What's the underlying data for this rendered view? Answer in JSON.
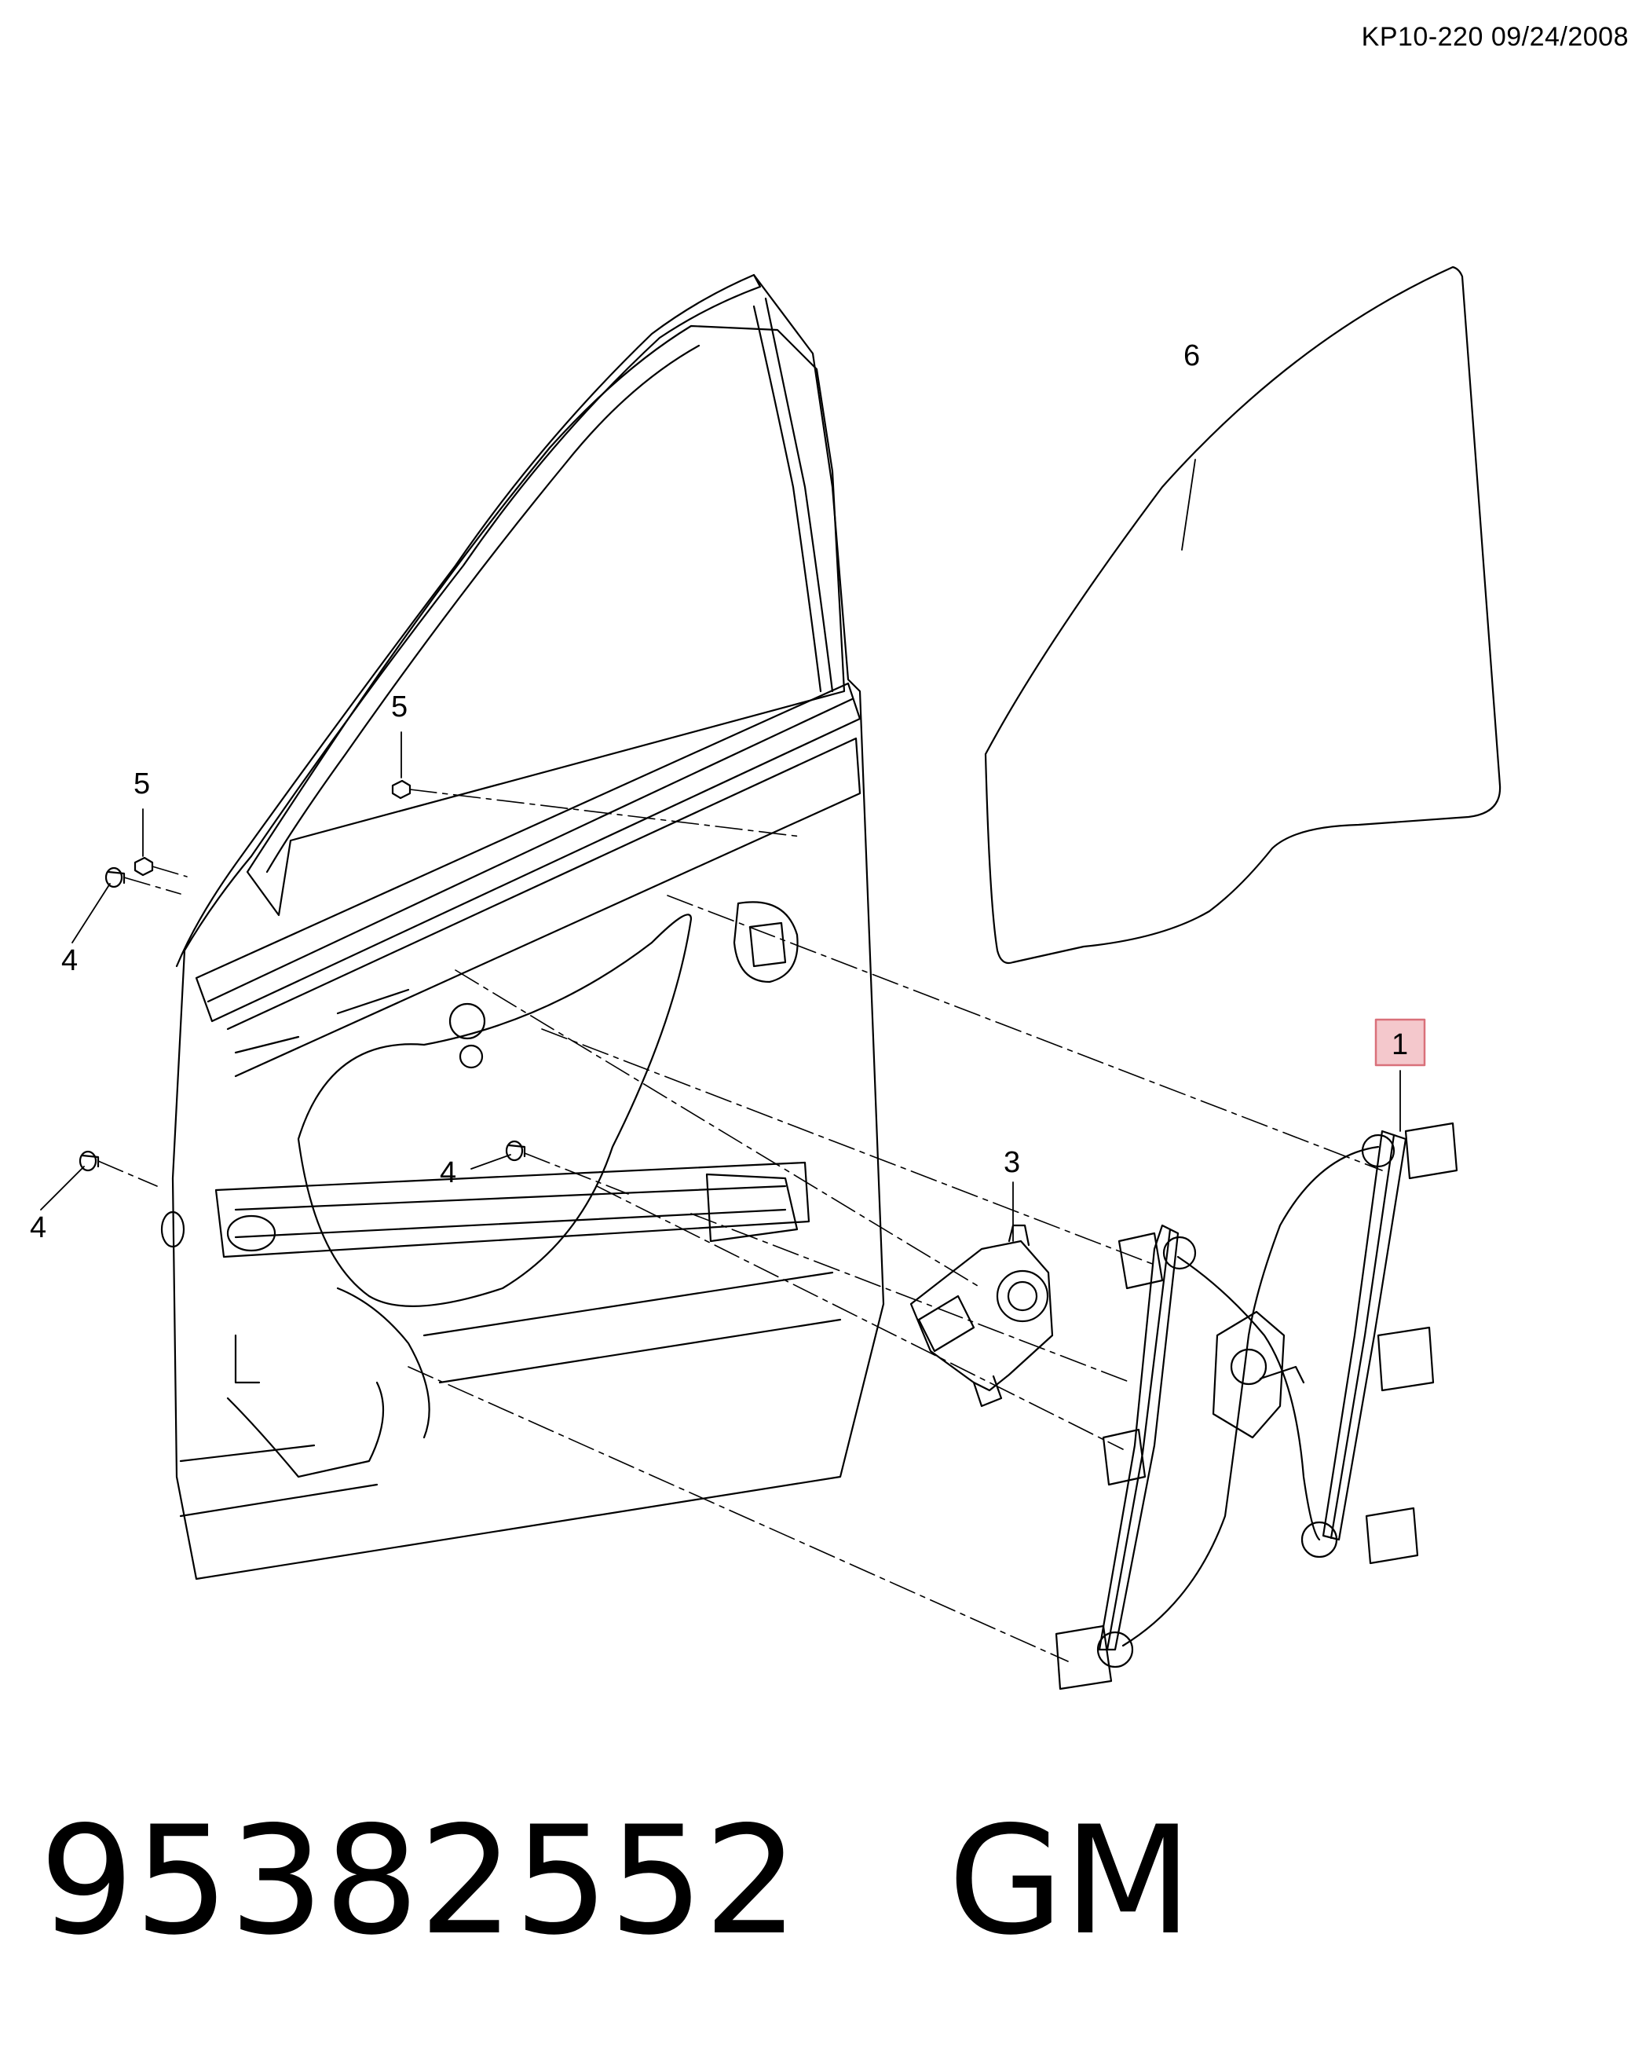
{
  "header": {
    "code": "KP10-220 09/24/2008"
  },
  "callouts": [
    {
      "id": "glass",
      "label": "6"
    },
    {
      "id": "screw-top",
      "label": "5"
    },
    {
      "id": "screw-left",
      "label": "5"
    },
    {
      "id": "clip-left-top",
      "label": "4"
    },
    {
      "id": "clip-center",
      "label": "4"
    },
    {
      "id": "clip-left-bottom",
      "label": "4"
    },
    {
      "id": "motor",
      "label": "3"
    },
    {
      "id": "regulator",
      "label": "1",
      "highlighted": true,
      "highlight_color": "#f4c8cc",
      "highlight_border": "#d9707a"
    }
  ],
  "footer": {
    "part_number": "95382552",
    "brand": "GM"
  },
  "colors": {
    "line": "#000000",
    "background": "#ffffff"
  }
}
